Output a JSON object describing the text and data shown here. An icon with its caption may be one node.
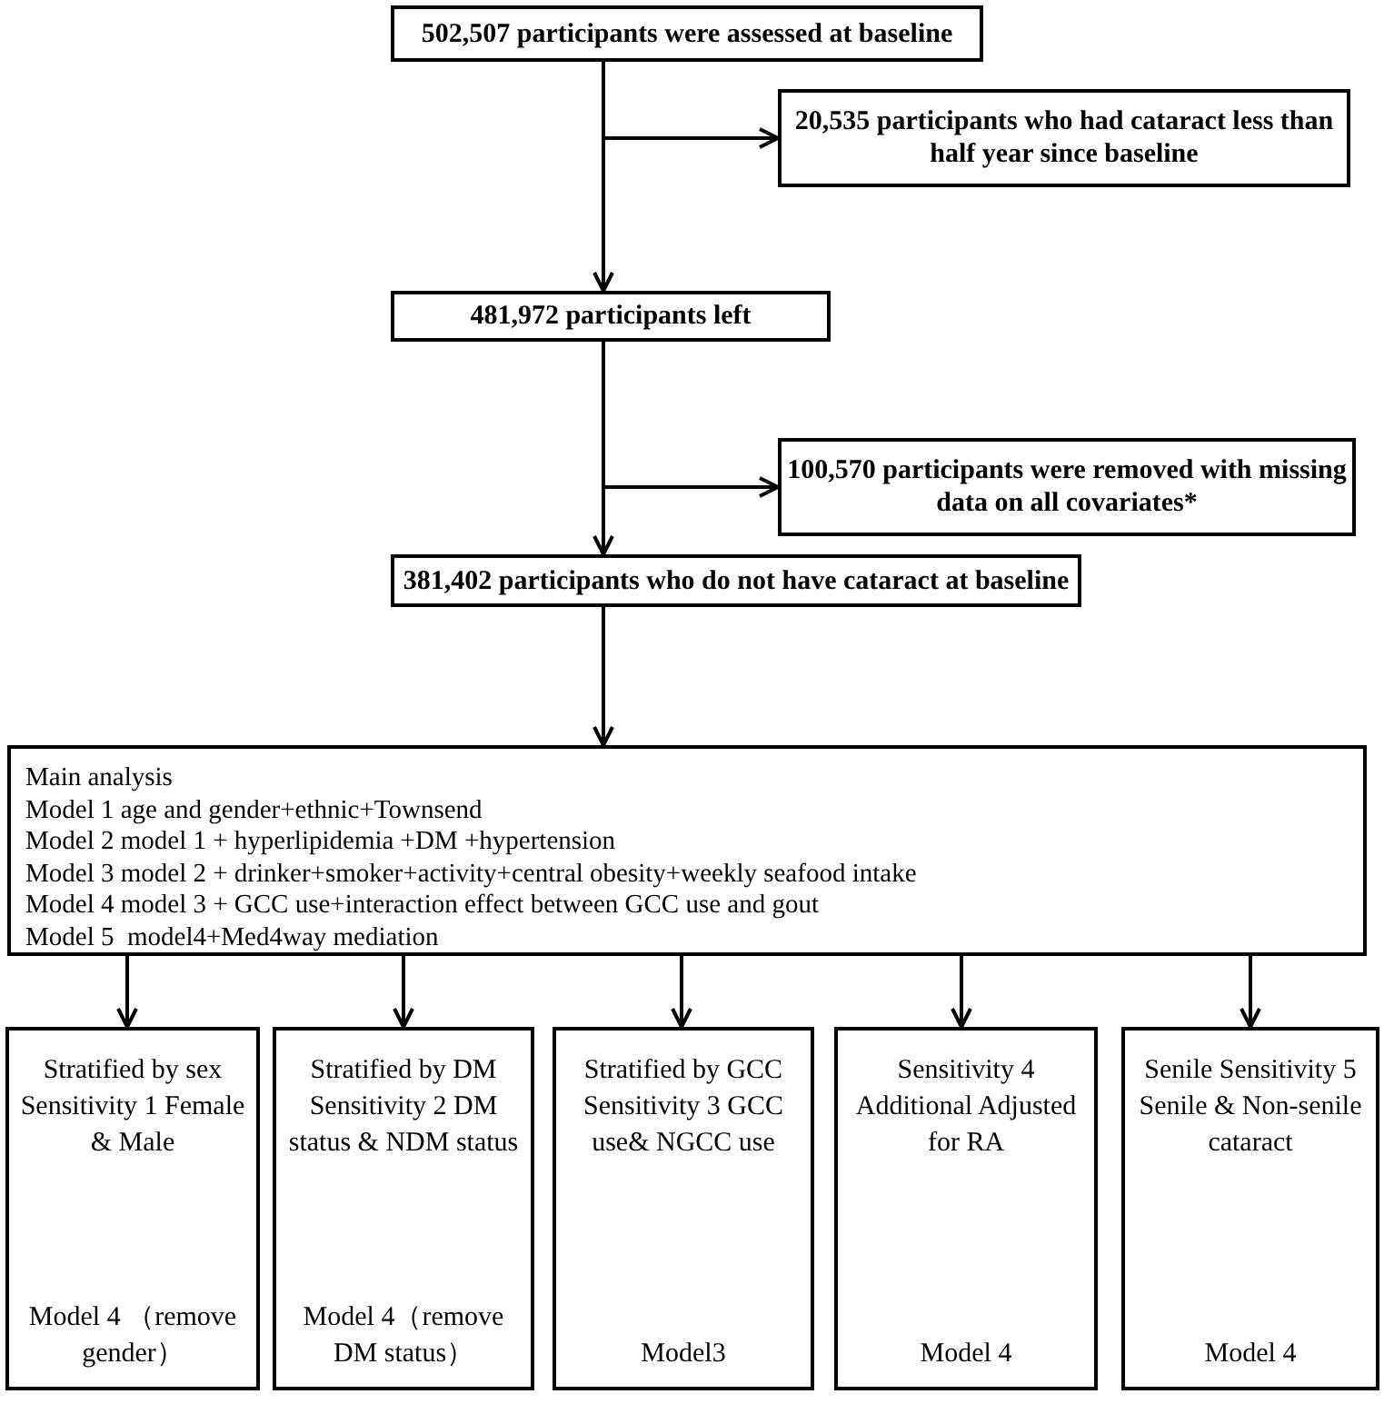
{
  "diagram": {
    "nodes": [
      {
        "text": [
          "502,507 participants were assessed at baseline"
        ]
      },
      {
        "text": [
          "20,535 participants who had cataract less than half year since baseline"
        ]
      },
      {
        "text": [
          "481,972 participants left"
        ]
      },
      {
        "text": [
          "100,570 participants were removed with missing data on all covariates*"
        ]
      },
      {
        "text": [
          "381,402 participants who do not have cataract at baseline"
        ]
      },
      {
        "text": [
          "Main analysis",
          "Model 1 age and gender+ethnic+Townsend",
          "Model 2 model 1 + hyperlipidemia +DM +hypertension",
          "Model 3 model 2 + drinker+smoker+activity+central obesity+weekly seafood intake",
          "Model 4 model 3 + GCC use+interaction effect between GCC use and gout",
          "Model 5  model4+Med4way mediation"
        ]
      },
      {
        "text": [
          "Stratified by sex Sensitivity 1 Female & Male",
          "Model 4 （remove gender）"
        ]
      },
      {
        "text": [
          "Stratified by DM Sensitivity 2 DM status & NDM status",
          "Model 4（remove DM status）"
        ]
      },
      {
        "text": [
          "Stratified by GCC Sensitivity 3 GCC use& NGCC use",
          "Model3"
        ]
      },
      {
        "text": [
          "Sensitivity 4 Additional Adjusted for RA",
          "Model 4"
        ]
      },
      {
        "text": [
          "Senile Sensitivity 5 Senile & Non-senile cataract",
          "Model 4"
        ]
      }
    ],
    "edges": [
      {
        "from": 0,
        "to": 2,
        "arrow": "to"
      },
      {
        "from": 0,
        "to": 1,
        "arrow": "to"
      },
      {
        "from": 2,
        "to": 4,
        "arrow": "to"
      },
      {
        "from": 2,
        "to": 3,
        "arrow": "to"
      },
      {
        "from": 4,
        "to": 5,
        "arrow": "to"
      },
      {
        "from": 5,
        "to": 6,
        "arrow": "to"
      },
      {
        "from": 5,
        "to": 7,
        "arrow": "to"
      },
      {
        "from": 5,
        "to": 8,
        "arrow": "to"
      },
      {
        "from": 5,
        "to": 9,
        "arrow": "to"
      },
      {
        "from": 5,
        "to": 10,
        "arrow": "to"
      }
    ]
  }
}
